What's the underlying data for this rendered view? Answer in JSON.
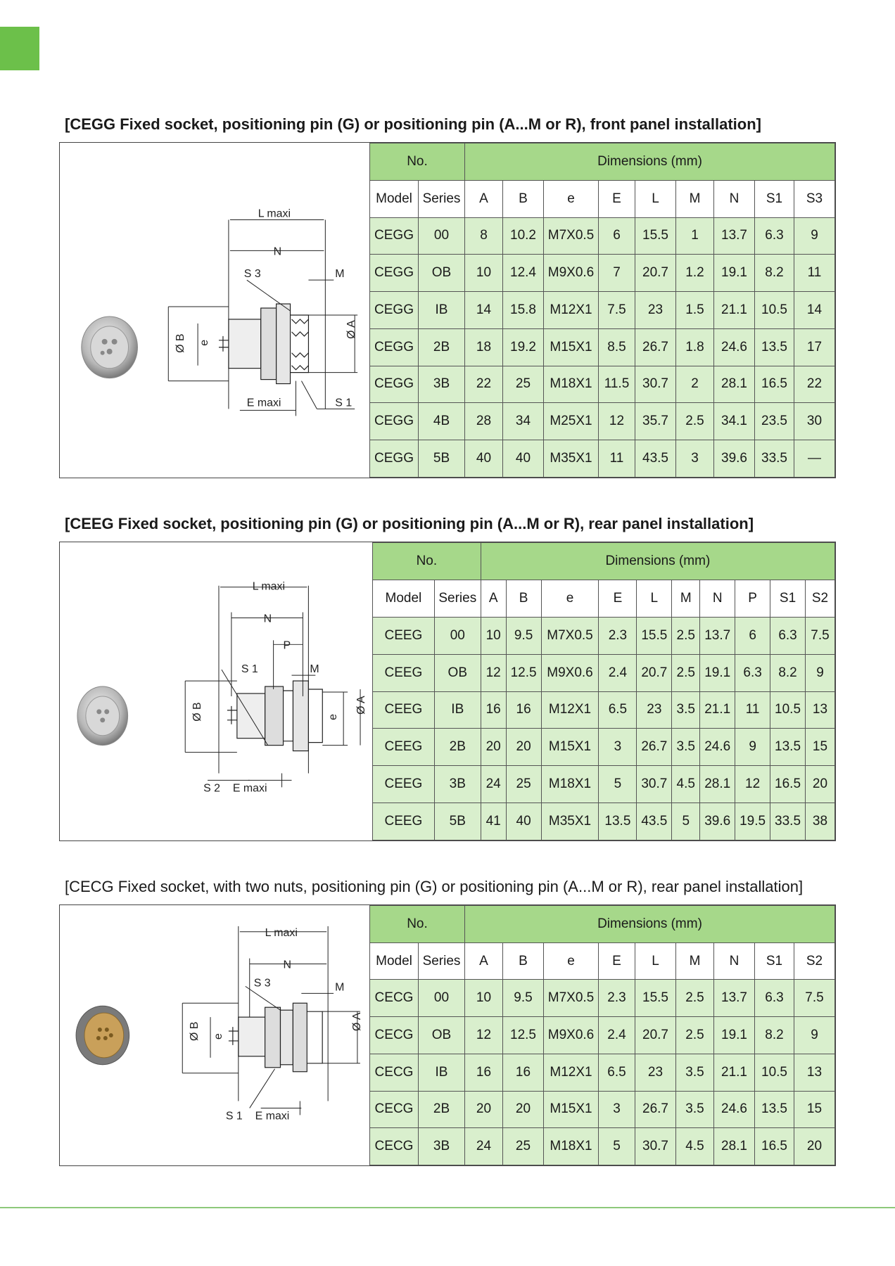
{
  "sections": [
    {
      "title": "[CEGG Fixed socket, positioning pin (G) or positioning pin (A...M or R), front panel installation]",
      "header_no": "No.",
      "header_dims": "Dimensions (mm)",
      "columns": [
        "Model",
        "Series",
        "A",
        "B",
        "e",
        "E",
        "L",
        "M",
        "N",
        "S1",
        "S3"
      ],
      "rows": [
        [
          "CEGG",
          "00",
          "8",
          "10.2",
          "M7X0.5",
          "6",
          "15.5",
          "1",
          "13.7",
          "6.3",
          "9"
        ],
        [
          "CEGG",
          "OB",
          "10",
          "12.4",
          "M9X0.6",
          "7",
          "20.7",
          "1.2",
          "19.1",
          "8.2",
          "11"
        ],
        [
          "CEGG",
          "IB",
          "14",
          "15.8",
          "M12X1",
          "7.5",
          "23",
          "1.5",
          "21.1",
          "10.5",
          "14"
        ],
        [
          "CEGG",
          "2B",
          "18",
          "19.2",
          "M15X1",
          "8.5",
          "26.7",
          "1.8",
          "24.6",
          "13.5",
          "17"
        ],
        [
          "CEGG",
          "3B",
          "22",
          "25",
          "M18X1",
          "11.5",
          "30.7",
          "2",
          "28.1",
          "16.5",
          "22"
        ],
        [
          "CEGG",
          "4B",
          "28",
          "34",
          "M25X1",
          "12",
          "35.7",
          "2.5",
          "34.1",
          "23.5",
          "30"
        ],
        [
          "CEGG",
          "5B",
          "40",
          "40",
          "M35X1",
          "11",
          "43.5",
          "3",
          "39.6",
          "33.5",
          "—"
        ]
      ],
      "drawing_labels": {
        "L": "L maxi",
        "N": "N",
        "S3": "S 3",
        "M": "M",
        "B": "Ø B",
        "e": "e",
        "A": "Ø A",
        "E": "E maxi",
        "S1": "S 1"
      }
    },
    {
      "title": "[CEEG Fixed socket, positioning pin (G) or positioning pin (A...M or R), rear panel installation]",
      "header_no": "No.",
      "header_dims": "Dimensions (mm)",
      "columns": [
        "Model",
        "Series",
        "A",
        "B",
        "e",
        "E",
        "L",
        "M",
        "N",
        "P",
        "S1",
        "S2"
      ],
      "rows": [
        [
          "CEEG",
          "00",
          "10",
          "9.5",
          "M7X0.5",
          "2.3",
          "15.5",
          "2.5",
          "13.7",
          "6",
          "6.3",
          "7.5"
        ],
        [
          "CEEG",
          "OB",
          "12",
          "12.5",
          "M9X0.6",
          "2.4",
          "20.7",
          "2.5",
          "19.1",
          "6.3",
          "8.2",
          "9"
        ],
        [
          "CEEG",
          "IB",
          "16",
          "16",
          "M12X1",
          "6.5",
          "23",
          "3.5",
          "21.1",
          "11",
          "10.5",
          "13"
        ],
        [
          "CEEG",
          "2B",
          "20",
          "20",
          "M15X1",
          "3",
          "26.7",
          "3.5",
          "24.6",
          "9",
          "13.5",
          "15"
        ],
        [
          "CEEG",
          "3B",
          "24",
          "25",
          "M18X1",
          "5",
          "30.7",
          "4.5",
          "28.1",
          "12",
          "16.5",
          "20"
        ],
        [
          "CEEG",
          "5B",
          "41",
          "40",
          "M35X1",
          "13.5",
          "43.5",
          "5",
          "39.6",
          "19.5",
          "33.5",
          "38"
        ]
      ],
      "drawing_labels": {
        "L": "L maxi",
        "N": "N",
        "P": "P",
        "S1": "S 1",
        "M": "M",
        "B": "Ø B",
        "e": "e",
        "A": "Ø A",
        "S2": "S 2",
        "E": "E maxi"
      }
    },
    {
      "title": "[CECG Fixed socket, with two nuts, positioning pin (G) or positioning pin (A...M or R), rear panel installation]",
      "header_no": "No.",
      "header_dims": "Dimensions (mm)",
      "columns": [
        "Model",
        "Series",
        "A",
        "B",
        "e",
        "E",
        "L",
        "M",
        "N",
        "S1",
        "S2"
      ],
      "rows": [
        [
          "CECG",
          "00",
          "10",
          "9.5",
          "M7X0.5",
          "2.3",
          "15.5",
          "2.5",
          "13.7",
          "6.3",
          "7.5"
        ],
        [
          "CECG",
          "OB",
          "12",
          "12.5",
          "M9X0.6",
          "2.4",
          "20.7",
          "2.5",
          "19.1",
          "8.2",
          "9"
        ],
        [
          "CECG",
          "IB",
          "16",
          "16",
          "M12X1",
          "6.5",
          "23",
          "3.5",
          "21.1",
          "10.5",
          "13"
        ],
        [
          "CECG",
          "2B",
          "20",
          "20",
          "M15X1",
          "3",
          "26.7",
          "3.5",
          "24.6",
          "13.5",
          "15"
        ],
        [
          "CECG",
          "3B",
          "24",
          "25",
          "M18X1",
          "5",
          "30.7",
          "4.5",
          "28.1",
          "16.5",
          "20"
        ]
      ],
      "drawing_labels": {
        "L": "L maxi",
        "N": "N",
        "S3": "S 3",
        "M": "M",
        "B": "Ø B",
        "e": "e",
        "A": "Ø A",
        "S1": "S 1",
        "E": "E maxi"
      }
    }
  ],
  "colors": {
    "accent": "#6cc04a",
    "header": "#a6d88a",
    "cell": "#d9efcd",
    "rule": "#8dc97a"
  }
}
